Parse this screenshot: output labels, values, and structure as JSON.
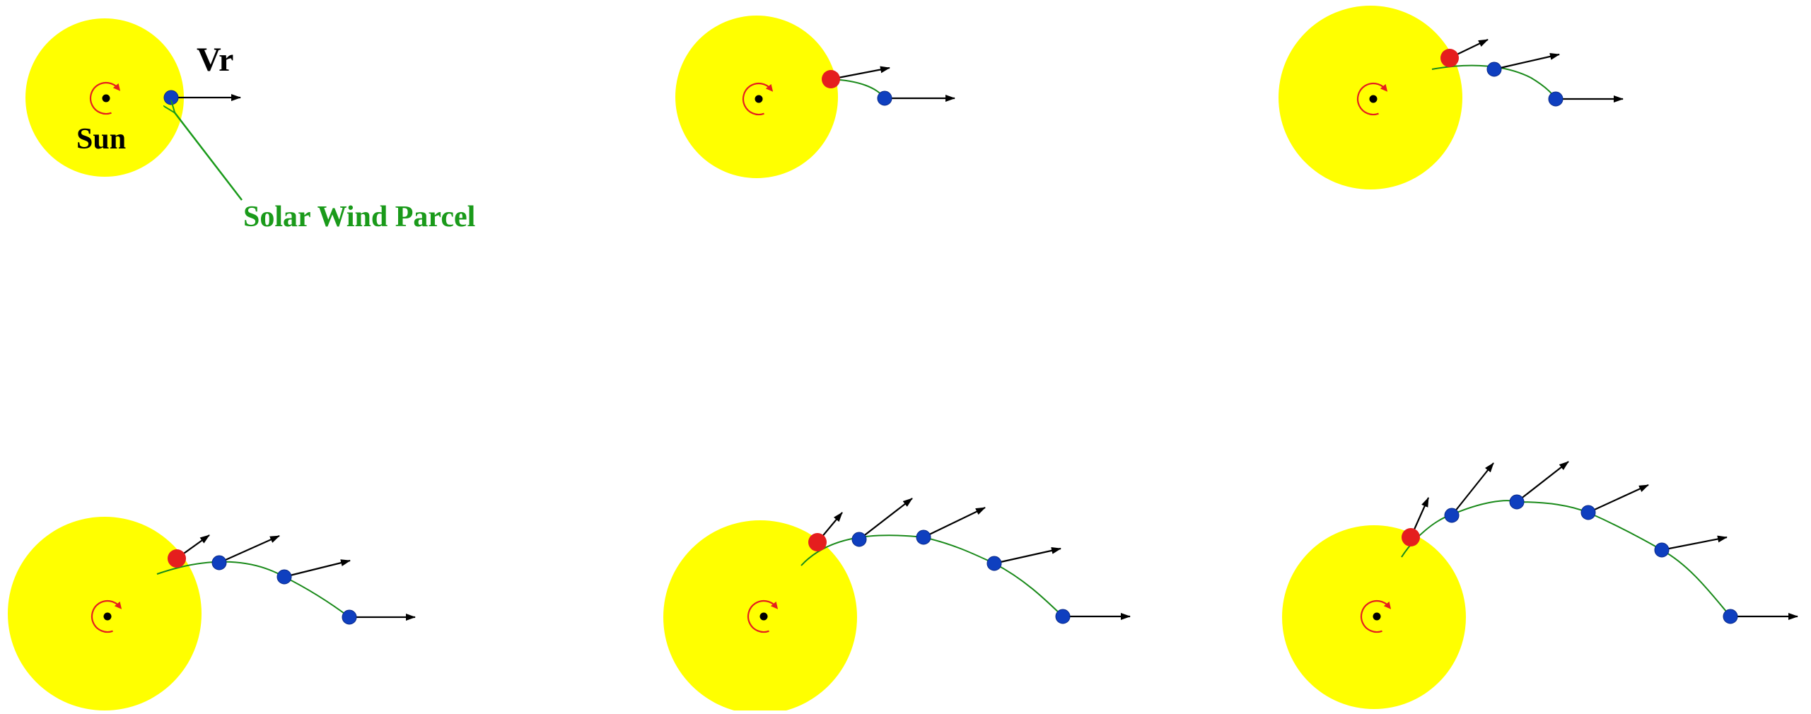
{
  "labels": {
    "velocity": "Vr",
    "sun": "Sun",
    "parcel": "Solar Wind Parcel"
  },
  "colors": {
    "sun_fill": "#ffff00",
    "parcel_blue": "#0f3fbf",
    "parcel_red": "#e51e1e",
    "spiral_green": "#1a8a1a",
    "label_green": "#1a9a1a",
    "arrow_black": "#000000",
    "rotation_red": "#e51e1e"
  },
  "icons": {
    "rotation": "counterclockwise-arrow",
    "velocity": "right-arrow"
  },
  "panels_count": 6
}
